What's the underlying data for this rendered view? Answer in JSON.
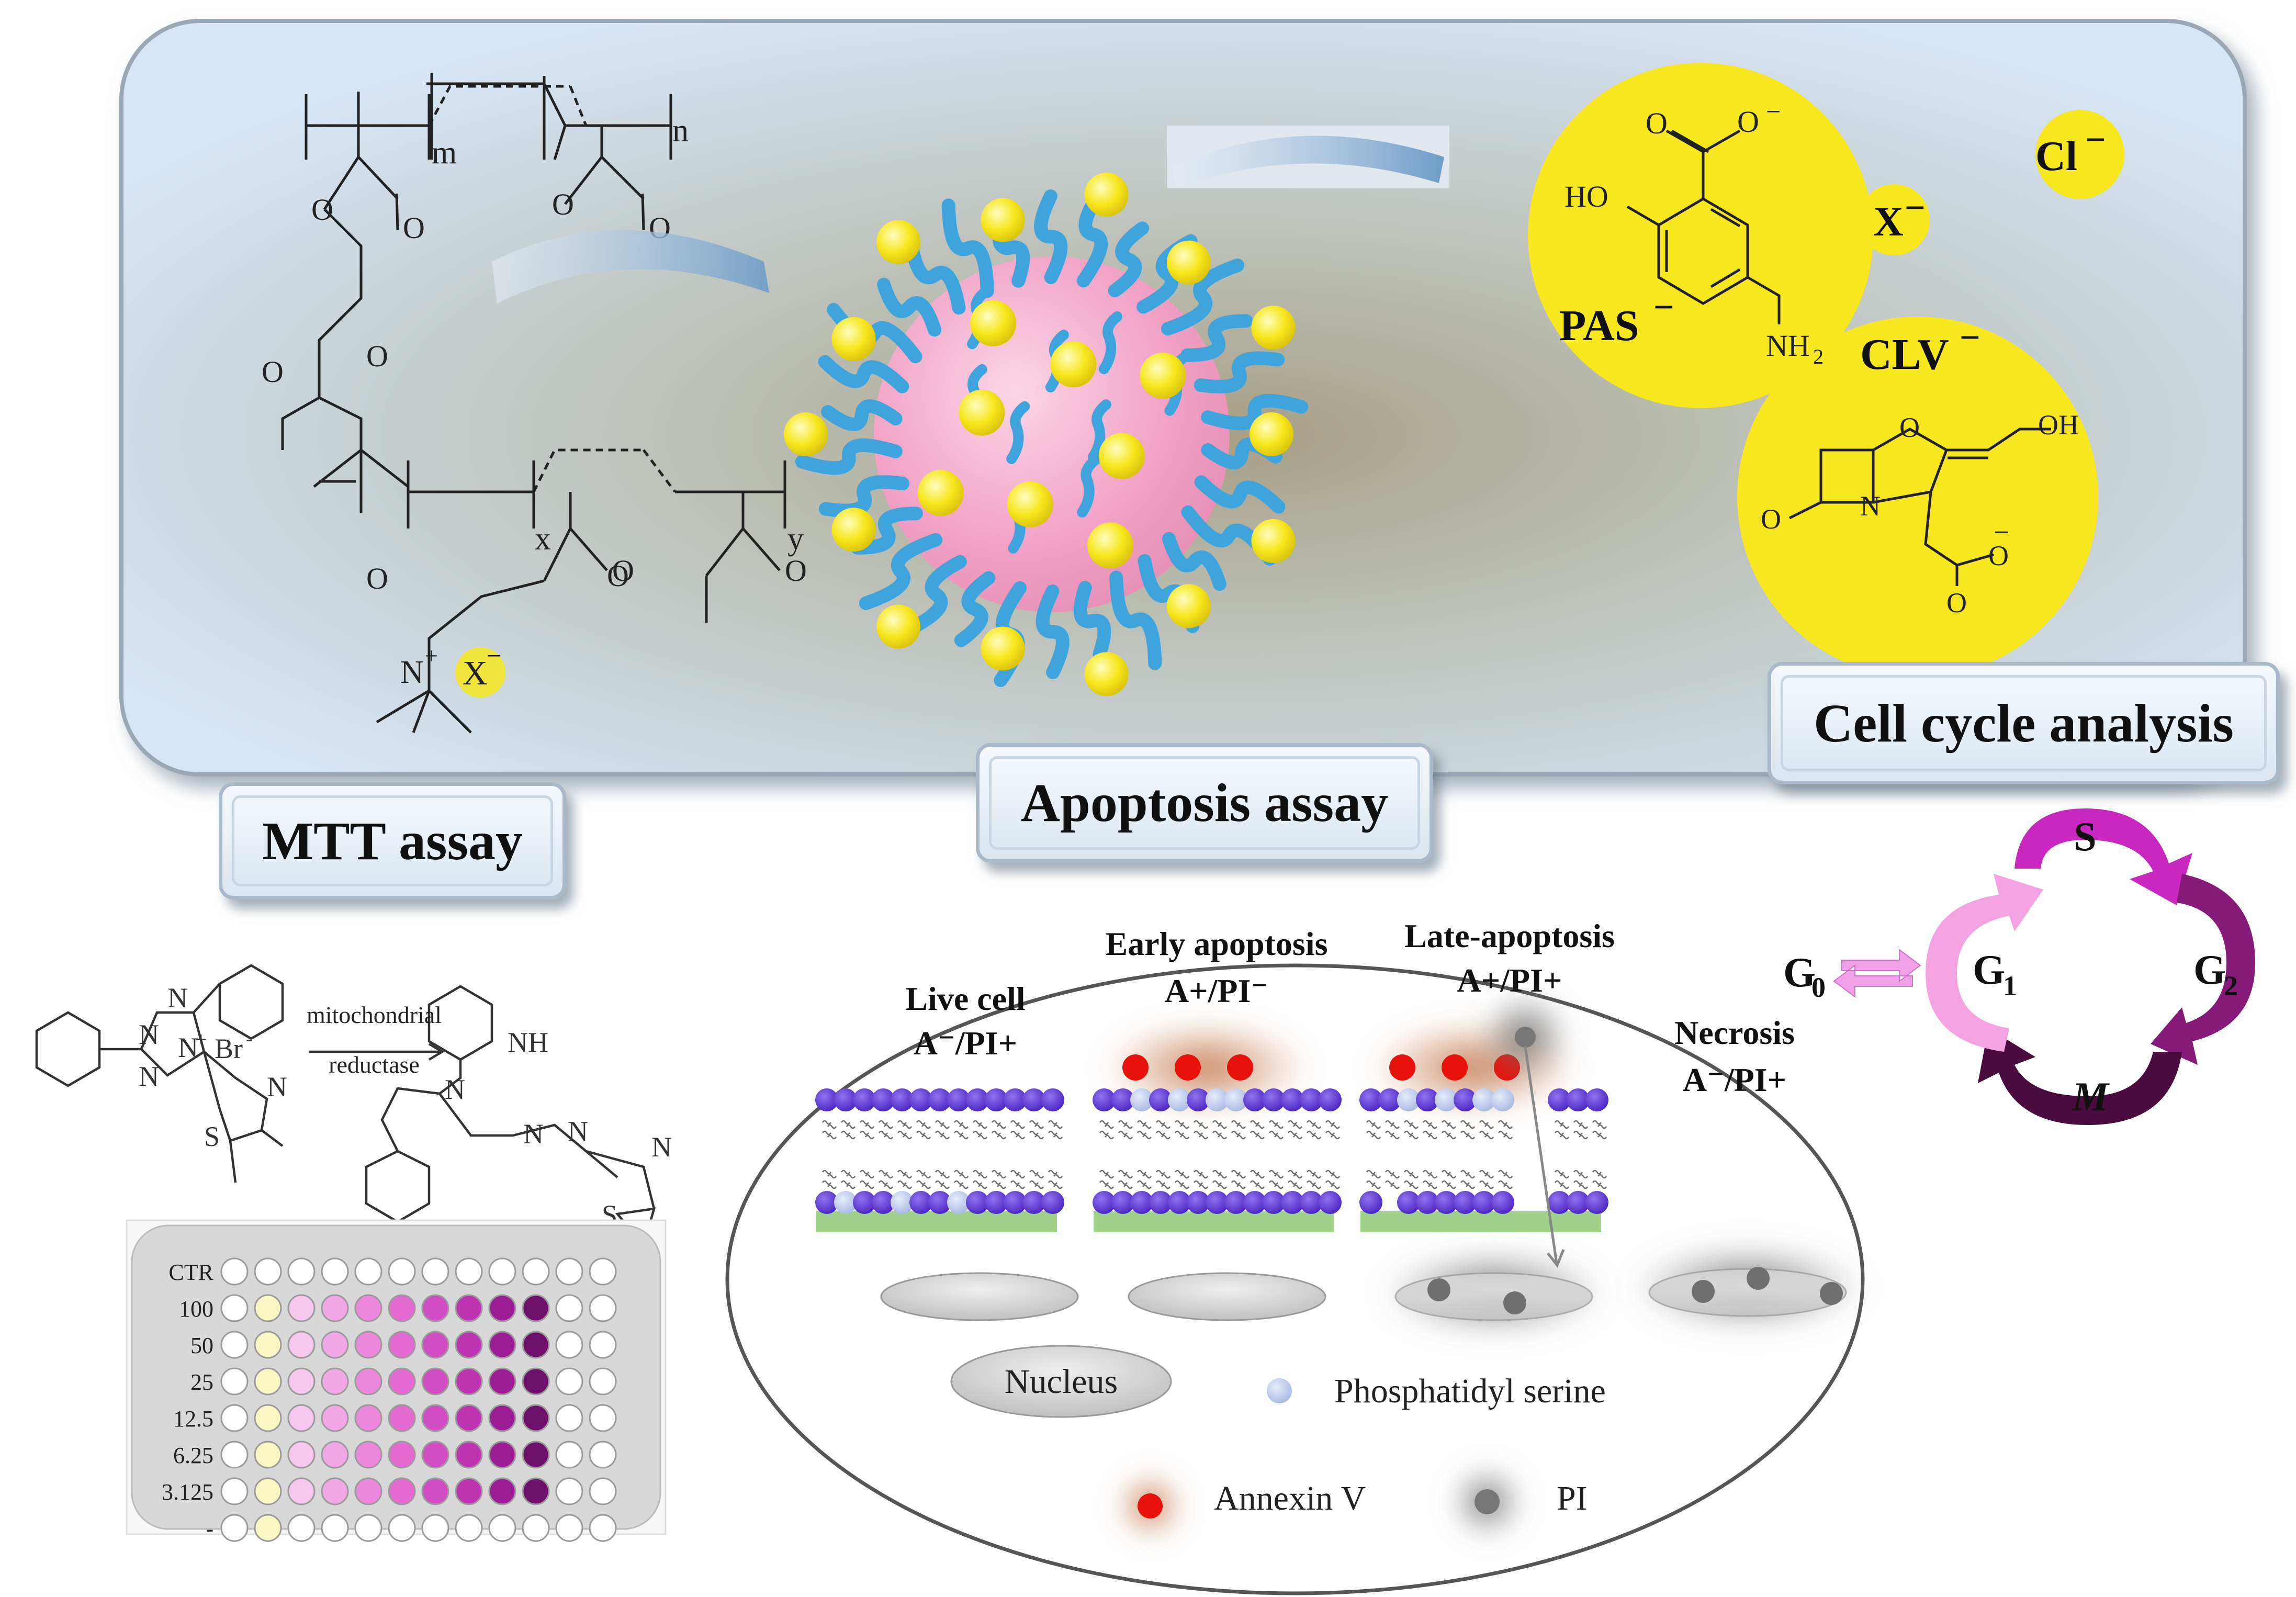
{
  "top_panel": {
    "polymer": {
      "sub_m": "m",
      "sub_n": "n",
      "sub_x": "x",
      "sub_y": "y",
      "o": "O",
      "n_plus": "N",
      "plus": "+",
      "anion": "X",
      "anion_charge": "−"
    },
    "anions": {
      "pas_label": "PAS",
      "pas_charge": "−",
      "pas_ho": "HO",
      "pas_nh2": "NH",
      "pas_nh2_sub": "2",
      "pas_o_minus": "O",
      "x_label": "X",
      "x_charge": "−",
      "cl_label": "Cl",
      "cl_charge": "−",
      "clv_label": "CLV",
      "clv_charge": "−",
      "clv_oh": "OH",
      "clv_o": "O",
      "clv_n": "N",
      "clv_minus": "−"
    }
  },
  "assay_labels": {
    "mtt": "MTT assay",
    "apoptosis": "Apoptosis assay",
    "cell_cycle": "Cell cycle analysis"
  },
  "mtt": {
    "reaction_label_top": "mitochondrial",
    "reaction_label_bottom": "reductase",
    "n_atom": "N",
    "nh_atom": "NH",
    "s_atom": "S",
    "br": "Br",
    "br_charge": "-",
    "n_plus": "N",
    "plus": "+",
    "plate_rows": [
      "CTR",
      "100",
      "50",
      "25",
      "12.5",
      "6.25",
      "3.125",
      "-"
    ]
  },
  "apoptosis": {
    "live_title": "Live cell",
    "live_code": "A⁻/PI+",
    "early_title": "Early apoptosis",
    "early_code": "A+/PI⁻",
    "late_title": "Late-apoptosis",
    "late_code": "A+/PI+",
    "necrosis_title": "Necrosis",
    "necrosis_code": "A⁻/PI+",
    "legend_nucleus": "Nucleus",
    "legend_ps": "Phosphatidyl serine",
    "legend_annexin": "Annexin V",
    "legend_pi": "PI"
  },
  "cell_cycle": {
    "s": "S",
    "g0": "G",
    "g0_sub": "0",
    "g1": "G",
    "g1_sub": "1",
    "g2": "G",
    "g2_sub": "2",
    "m": "M"
  },
  "colors": {
    "chain_blue": "#3fa3dc",
    "yellow": "#f7e71e",
    "core_pink": "#f2a0c4",
    "annexin_red": "#e8120c",
    "lipid_purple": "#5b31d6",
    "ps_blue": "#b8c6ea",
    "pi_gray": "#777777",
    "cycle_s": "#c928c0",
    "cycle_g2": "#851a78",
    "cycle_m": "#4a0b3e",
    "cycle_g1": "#f3a2e2"
  }
}
